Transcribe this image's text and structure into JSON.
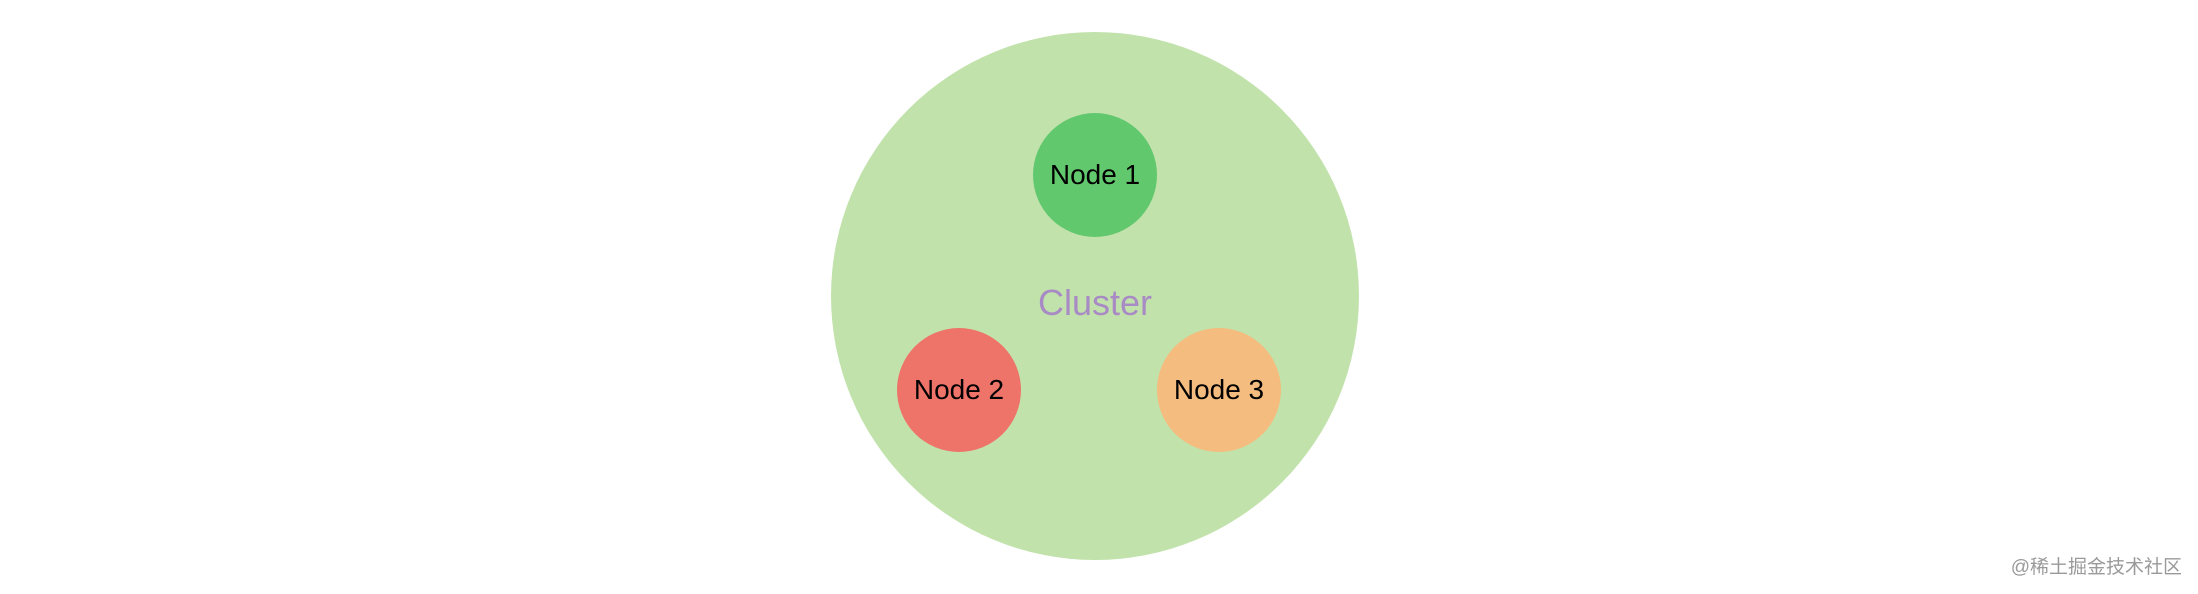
{
  "diagram": {
    "cluster": {
      "label": "Cluster",
      "color": "#c2e2ac",
      "label_color": "#a88ac4"
    },
    "nodes": [
      {
        "label": "Node 1",
        "color": "#62c86e"
      },
      {
        "label": "Node 2",
        "color": "#ee746a"
      },
      {
        "label": "Node 3",
        "color": "#f4bc7e"
      }
    ]
  },
  "watermark": "@稀土掘金技术社区"
}
